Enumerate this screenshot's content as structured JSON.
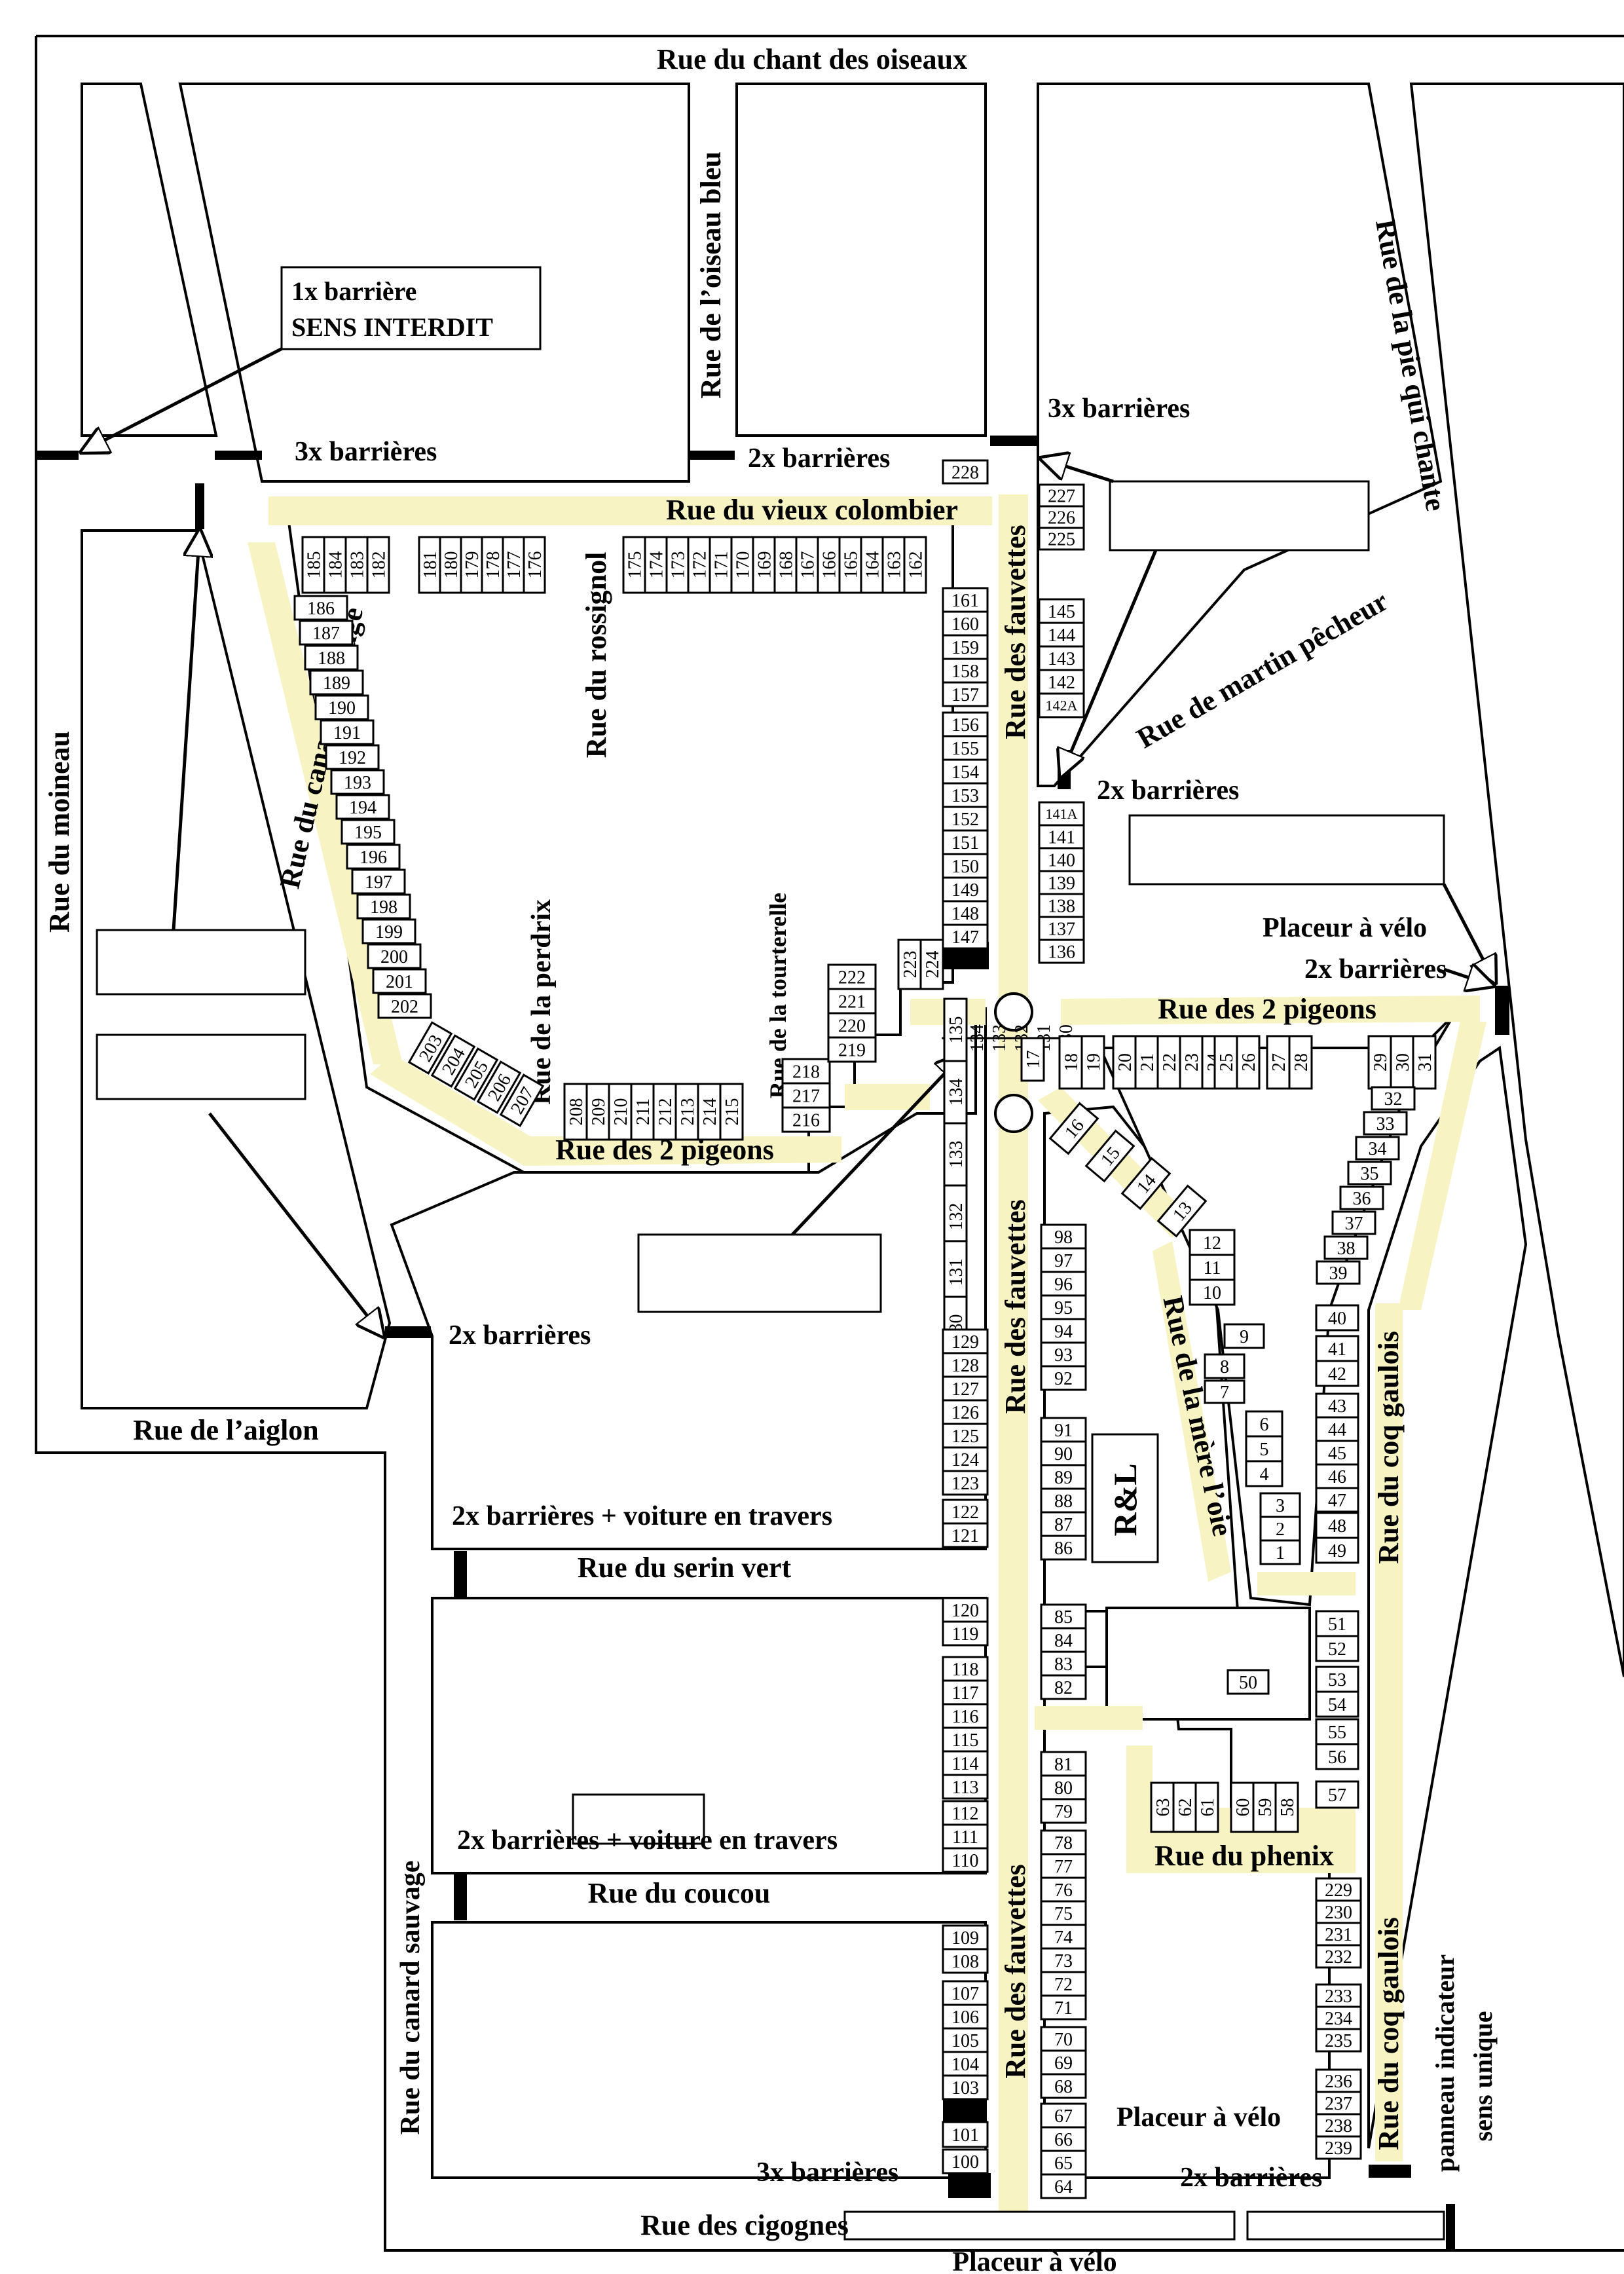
{
  "streets": {
    "chant_oiseaux": "Rue du chant des oiseaux",
    "oiseau_bleu": "Rue de l’oiseau bleu",
    "pie_qui_chante": "Rue de la pie qui chante",
    "vieux_colombier": "Rue du vieux colombier",
    "moineau": "Rue du moineau",
    "canard_sauvage": "Rue du canard sauvage",
    "canard_sauvage_bottom": "Rue du canard sauvage",
    "rossignol": "Rue du rossignol",
    "fauvettes_1": "Rue des fauvettes",
    "fauvettes_2": "Rue des fauvettes",
    "fauvettes_3": "Rue des fauvettes",
    "martin_pecheur": "Rue de martin pêcheur",
    "perdrix": "Rue de la perdrix",
    "tourterelle": "Rue de la tourterelle",
    "deux_pigeons_1": "Rue des 2 pigeons",
    "deux_pigeons_2": "Rue des 2 pigeons",
    "aiglon": "Rue de l’aiglon",
    "mere_loie": "Rue de la mère l’oie",
    "coq_gaulois_1": "Rue du coq gaulois",
    "coq_gaulois_2": "Rue du coq gaulois",
    "serin_vert": "Rue du serin vert",
    "coucou": "Rue du coucou",
    "phenix": "Rue du phenix",
    "cigognes": "Rue des cigognes"
  },
  "annotations": {
    "sens_interdit_line1": "1x barrière",
    "sens_interdit_line2": "SENS INTERDIT",
    "b3_top_left": "3x barrières",
    "b2_oiseau_bleu": "2x barrières",
    "b3_top_right": "3x barrières",
    "b2_martin": "2x barrières",
    "placeur_velo_right": "Placeur à vélo",
    "b2_pigeons_right": "2x barrières",
    "b2_aiglon": "2x barrières",
    "b2_serin": "2x barrières + voiture en travers",
    "b2_coucou": "2x barrières + voiture en travers",
    "b3_bottom": "3x barrières",
    "placeur_velo_bottom_right": "Placeur à vélo",
    "b2_bottom_right": "2x barrières",
    "panneau_line1": "panneau indicateur",
    "panneau_line2": "sens unique",
    "placeur_velo_bottom": "Placeur à vélo",
    "rl": "R&L"
  }
}
